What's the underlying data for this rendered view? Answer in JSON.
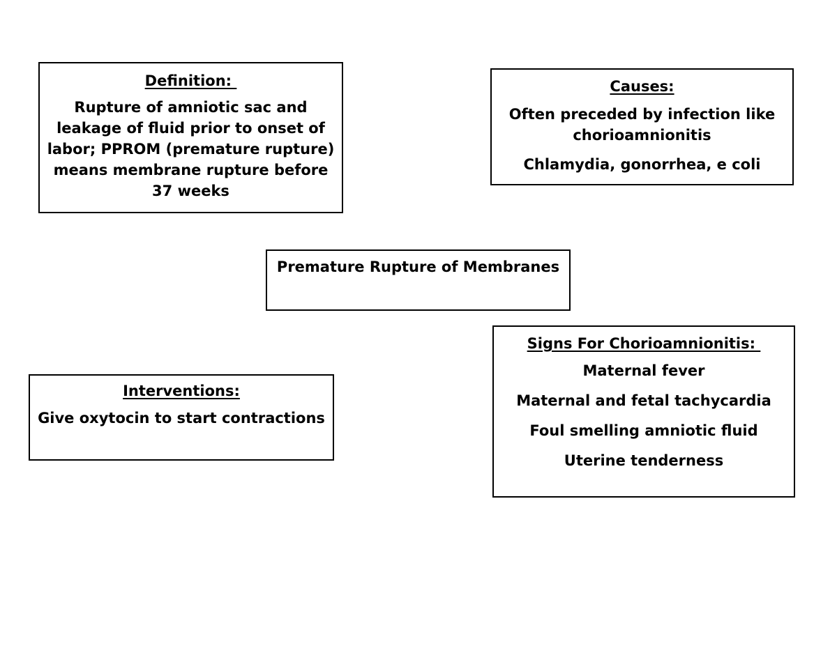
{
  "page": {
    "background_color": "#ffffff",
    "text_color": "#000000",
    "border_color": "#000000",
    "title": "Premature Rupture of Membranes"
  },
  "diagram": {
    "type": "concept-map",
    "central_node": {
      "name": "premature-rupture-of-membranes",
      "text": "Premature Rupture of\nMembranes"
    },
    "boxes": [
      {
        "id": "definition",
        "heading": "Definition: ",
        "paragraphs": [
          "Rupture of amniotic sac and leakage of fluid prior to onset of labor; PPROM (premature rupture) means membrane rupture before 37 weeks"
        ]
      },
      {
        "id": "causes",
        "heading": "Causes:",
        "paragraphs": [
          "Often preceded by infection like chorioamnionitis",
          "Chlamydia, gonorrhea, e coli"
        ]
      },
      {
        "id": "central",
        "heading": "",
        "paragraphs": [
          "Premature Rupture of Membranes"
        ]
      },
      {
        "id": "interventions",
        "heading": "Interventions:",
        "paragraphs": [
          "Give oxytocin to start contractions"
        ]
      },
      {
        "id": "signs",
        "heading": "Signs For Chorioamnionitis: ",
        "paragraphs": [
          "Maternal fever",
          "Maternal and fetal tachycardia",
          "Foul smelling amniotic fluid",
          "Uterine tenderness"
        ]
      }
    ]
  }
}
